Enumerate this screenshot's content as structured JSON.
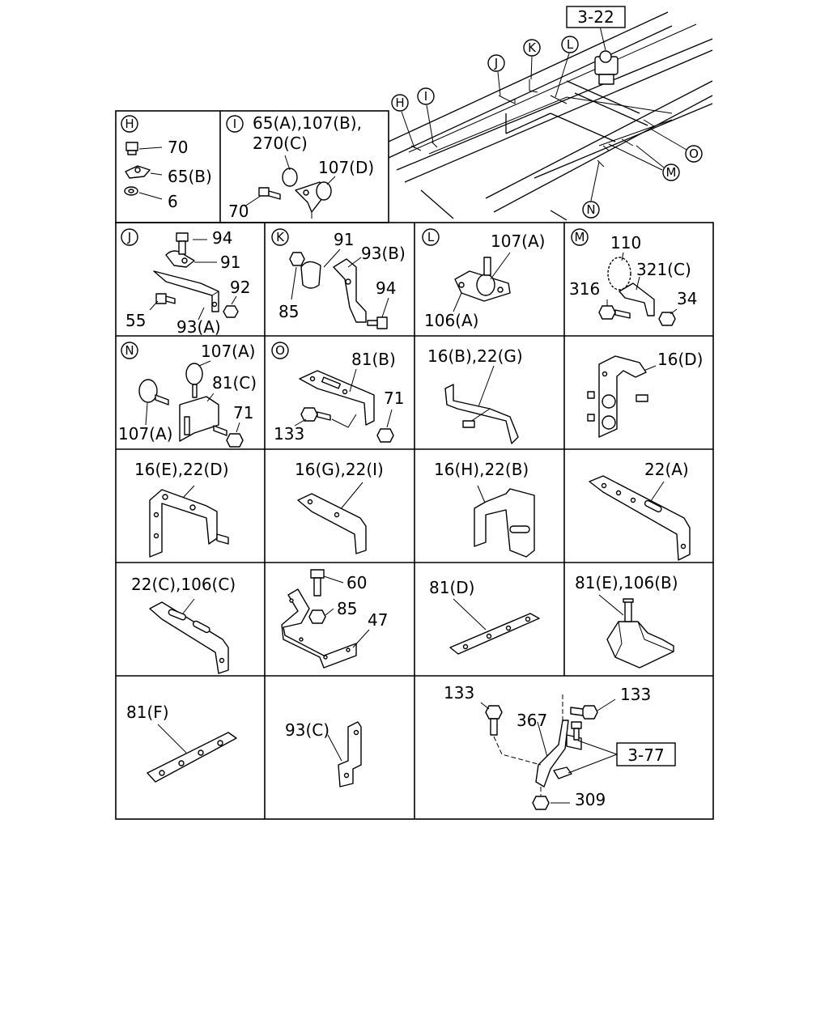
{
  "overview": {
    "ref_top": "3-22",
    "callouts": [
      "H",
      "I",
      "J",
      "K",
      "L",
      "M",
      "N",
      "O"
    ]
  },
  "cells": {
    "H": {
      "letter": "H",
      "labels": [
        "70",
        "65(B)",
        "6"
      ]
    },
    "I": {
      "letter": "I",
      "labels": [
        "65(A),107(B),",
        "270(C)",
        "107(D)",
        "70"
      ]
    },
    "J": {
      "letter": "J",
      "labels": [
        "94",
        "91",
        "92",
        "55",
        "93(A)"
      ]
    },
    "K": {
      "letter": "K",
      "labels": [
        "91",
        "93(B)",
        "85",
        "94"
      ]
    },
    "L": {
      "letter": "L",
      "labels": [
        "107(A)",
        "106(A)"
      ]
    },
    "M": {
      "letter": "M",
      "labels": [
        "110",
        "321(C)",
        "316",
        "34"
      ]
    },
    "N": {
      "letter": "N",
      "labels": [
        "107(A)",
        "81(C)",
        "71",
        "107(A)"
      ]
    },
    "O": {
      "letter": "O",
      "labels": [
        "81(B)",
        "71",
        "133"
      ]
    },
    "c16b": {
      "labels": [
        "16(B),22(G)"
      ]
    },
    "c16d": {
      "labels": [
        "16(D)"
      ]
    },
    "c16e": {
      "labels": [
        "16(E),22(D)"
      ]
    },
    "c16g": {
      "labels": [
        "16(G),22(I)"
      ]
    },
    "c16h": {
      "labels": [
        "16(H),22(B)"
      ]
    },
    "c22a": {
      "labels": [
        "22(A)"
      ]
    },
    "c22c": {
      "labels": [
        "22(C),106(C)"
      ]
    },
    "c60": {
      "labels": [
        "60",
        "85",
        "47"
      ]
    },
    "c81d": {
      "labels": [
        "81(D)"
      ]
    },
    "c81e": {
      "labels": [
        "81(E),106(B)"
      ]
    },
    "c81f": {
      "labels": [
        "81(F)"
      ]
    },
    "c93c": {
      "labels": [
        "93(C)"
      ]
    },
    "c133": {
      "labels": [
        "133",
        "133",
        "367",
        "309"
      ],
      "ref": "3-77"
    }
  }
}
